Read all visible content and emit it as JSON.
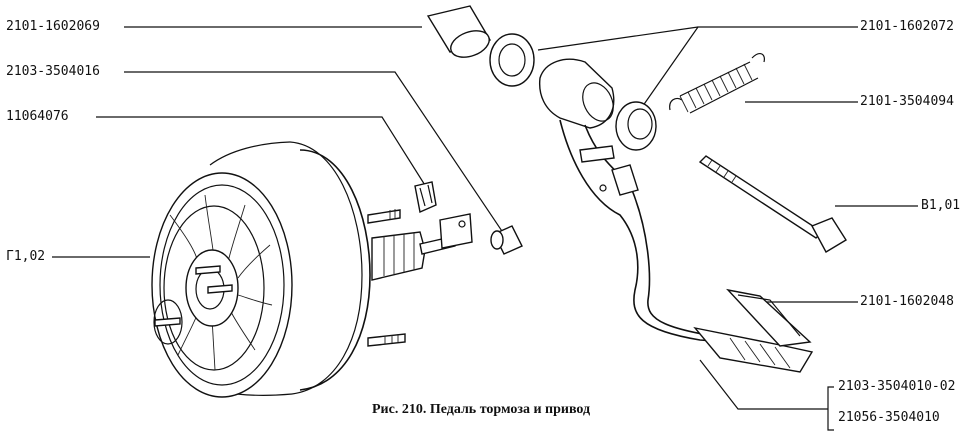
{
  "labels": {
    "l1": "2101-1602069",
    "l2": "2103-3504016",
    "l3": "11064076",
    "l4": "Г1,02",
    "r1": "2101-1602072",
    "r2": "2101-3504094",
    "r3": "В1,01",
    "r4": "2101-1602048",
    "r5": "2103-3504010-02",
    "r6": "21056-3504010"
  },
  "caption": "Рис. 210. Педаль тормоза и привод"
}
